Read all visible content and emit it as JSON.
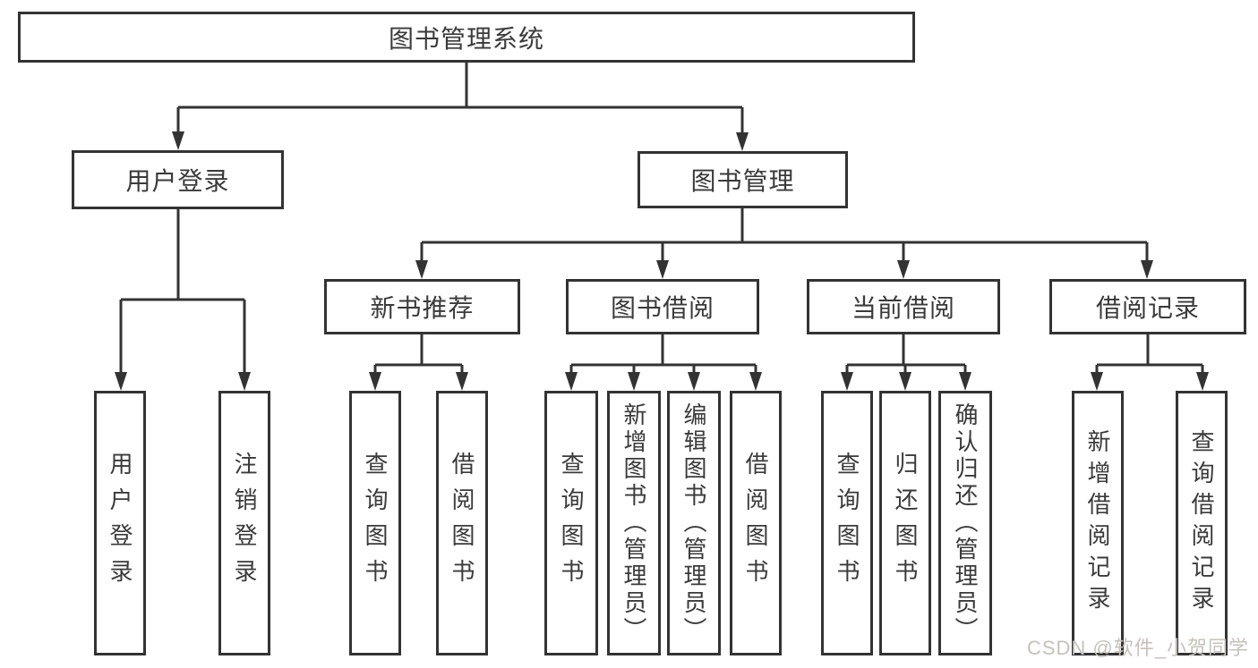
{
  "diagram": {
    "title_note": "library management system function structure diagram",
    "root": {
      "label": "图书管理系统"
    },
    "branches": [
      {
        "label": "用户登录",
        "children": [
          {
            "label": "用户登录"
          },
          {
            "label": "注销登录"
          }
        ]
      },
      {
        "label": "图书管理",
        "children": [
          {
            "label": "新书推荐",
            "children": [
              {
                "label": "查询图书"
              },
              {
                "label": "借阅图书"
              }
            ]
          },
          {
            "label": "图书借阅",
            "children": [
              {
                "label": "查询图书"
              },
              {
                "label": "新增图书（管理员）"
              },
              {
                "label": "编辑图书（管理员）"
              },
              {
                "label": "借阅图书"
              }
            ]
          },
          {
            "label": "当前借阅",
            "children": [
              {
                "label": "查询图书"
              },
              {
                "label": "归还图书"
              },
              {
                "label": "确认归还（管理员）"
              }
            ]
          },
          {
            "label": "借阅记录",
            "children": [
              {
                "label": "新增借阅记录"
              },
              {
                "label": "查询借阅记录"
              }
            ]
          }
        ]
      }
    ],
    "watermark": "CSDN @软件_小贺同学",
    "colors": {
      "line": "#333333",
      "box_border": "#333333",
      "text": "#3a3a3a",
      "background": "#ffffff",
      "watermark": "#c6c1bb"
    }
  }
}
